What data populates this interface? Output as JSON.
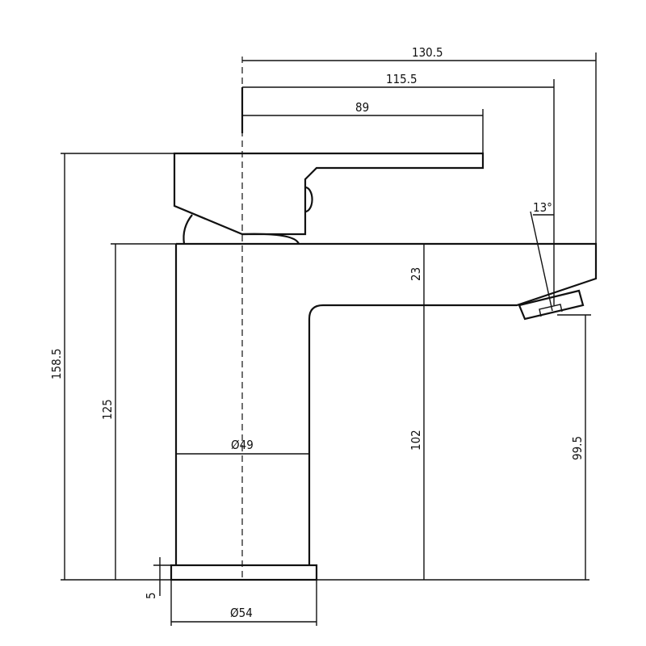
{
  "drawing": {
    "title": "Basin mixer tap dimension drawing",
    "dimensions": {
      "overall_reach": "130.5",
      "spout_reach": "115.5",
      "handle_length": "89",
      "aerator_angle": "13°",
      "spout_thickness": "23",
      "overall_height": "158.5",
      "body_height": "125",
      "body_diameter": "Ø49",
      "spout_clearance": "102",
      "outlet_height": "99.5",
      "base_height": "5",
      "base_diameter": "Ø54"
    },
    "colors": {
      "line": "#111111",
      "background": "#ffffff"
    }
  }
}
